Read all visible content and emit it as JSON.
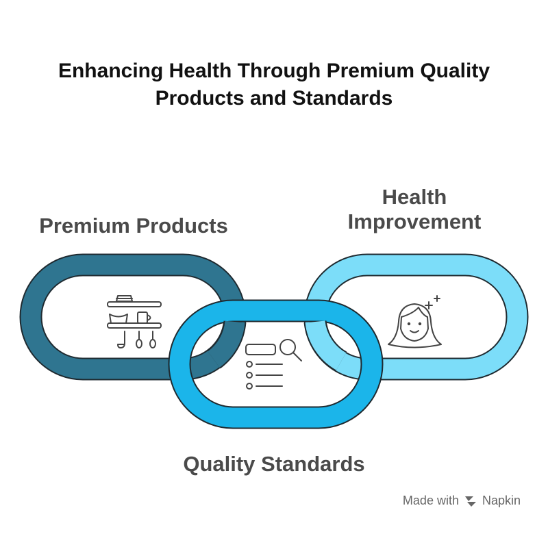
{
  "title": {
    "line1": "Enhancing Health Through Premium Quality",
    "line2": "Products and Standards"
  },
  "links": [
    {
      "id": "premium",
      "label": "Premium Products",
      "color": "#2F7590",
      "icon": "kitchen-shelf-icon"
    },
    {
      "id": "quality",
      "label": "Quality Standards",
      "color": "#1BB5EA",
      "icon": "search-checklist-icon"
    },
    {
      "id": "health",
      "label_line1": "Health",
      "label_line2": "Improvement",
      "color": "#7CDDF9",
      "icon": "happy-face-sparkle-icon"
    }
  ],
  "footer": {
    "made_with": "Made with",
    "brand": "Napkin"
  }
}
